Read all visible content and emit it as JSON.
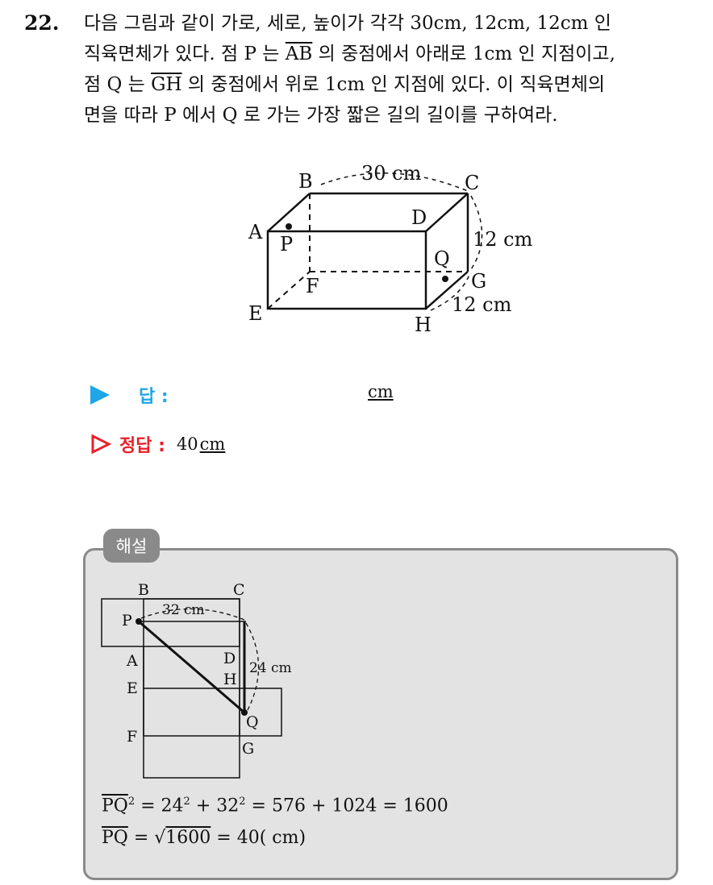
{
  "question": {
    "number": "22.",
    "lines": [
      "다음 그림과 같이 가로, 세로, 높이가 각각 30cm, 12cm, 12cm 인",
      "직육면체가 있다. 점 P 는",
      "의 중점에서 아래로 1cm 인 지점이고,",
      "점 Q 는",
      "의 중점에서 위로 1cm 인 지점에 있다. 이 직육면체의",
      "면을 따라 P 에서 Q 로 가는 가장 짧은 길의 길이를 구하여라."
    ],
    "seg_ab": "AB",
    "seg_gh": "GH"
  },
  "figure1": {
    "labels": {
      "A": "A",
      "B": "B",
      "C": "C",
      "D": "D",
      "E": "E",
      "F": "F",
      "G": "G",
      "H": "H",
      "P": "P",
      "Q": "Q"
    },
    "len_top": "30 cm",
    "len_right": "12 cm",
    "len_bottom": "12 cm"
  },
  "answer": {
    "label": "답 :",
    "unit": "cm"
  },
  "correct": {
    "label": "정답 :",
    "value": "40",
    "unit": "cm"
  },
  "explanation": {
    "tab": "해설",
    "figure": {
      "labels": {
        "B": "B",
        "C": "C",
        "P": "P",
        "A": "A",
        "D": "D",
        "E": "E",
        "H": "H",
        "F": "F",
        "Q": "Q",
        "G": "G"
      },
      "len_top": "32 cm",
      "len_right": "24 cm"
    },
    "eq1_lhs": "PQ",
    "eq1_exp": "2",
    "eq1_a": "24",
    "eq1_b": "32",
    "eq1_rest": "= 576 + 1024 = 1600",
    "eq2_lhs": "PQ",
    "eq2_root": "1600",
    "eq2_rest": "= 40( cm)"
  }
}
